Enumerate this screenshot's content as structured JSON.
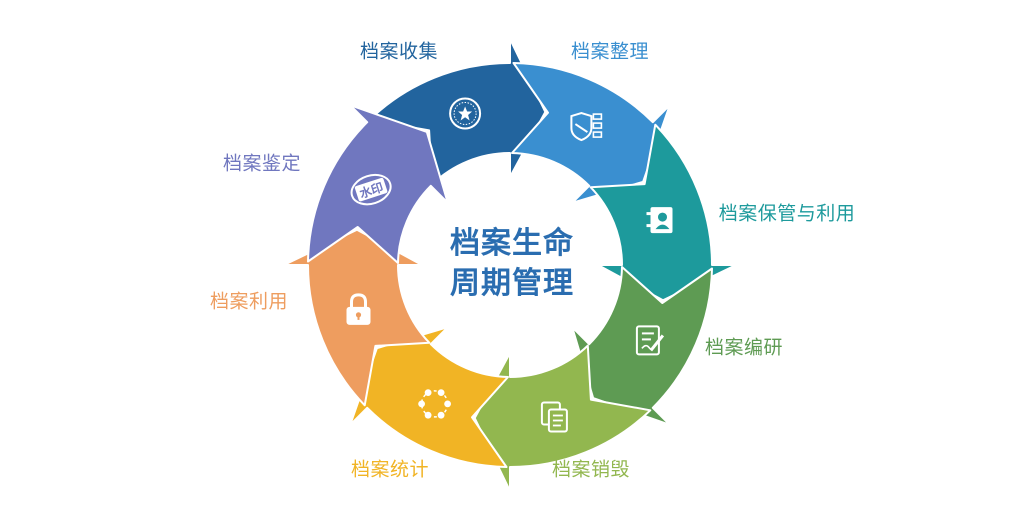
{
  "center": {
    "line1": "档案生命",
    "line2": "周期管理"
  },
  "stages": [
    {
      "label": "档案收集",
      "color": "#22649e",
      "icon": "seal-star-icon"
    },
    {
      "label": "档案整理",
      "color": "#3a8fd0",
      "icon": "shield-list-icon"
    },
    {
      "label": "档案保管与利用",
      "color": "#1d9a9c",
      "icon": "contact-book-icon"
    },
    {
      "label": "档案编研",
      "color": "#5e9b53",
      "icon": "edit-document-icon"
    },
    {
      "label": "档案销毁",
      "color": "#92b74f",
      "icon": "copy-documents-icon"
    },
    {
      "label": "档案统计",
      "color": "#f1b425",
      "icon": "node-network-icon"
    },
    {
      "label": "档案利用",
      "color": "#ee9d5f",
      "icon": "padlock-icon"
    },
    {
      "label": "档案鉴定",
      "color": "#7077bf",
      "icon": "watermark-stamp-icon",
      "stamp_text": "水印"
    }
  ]
}
